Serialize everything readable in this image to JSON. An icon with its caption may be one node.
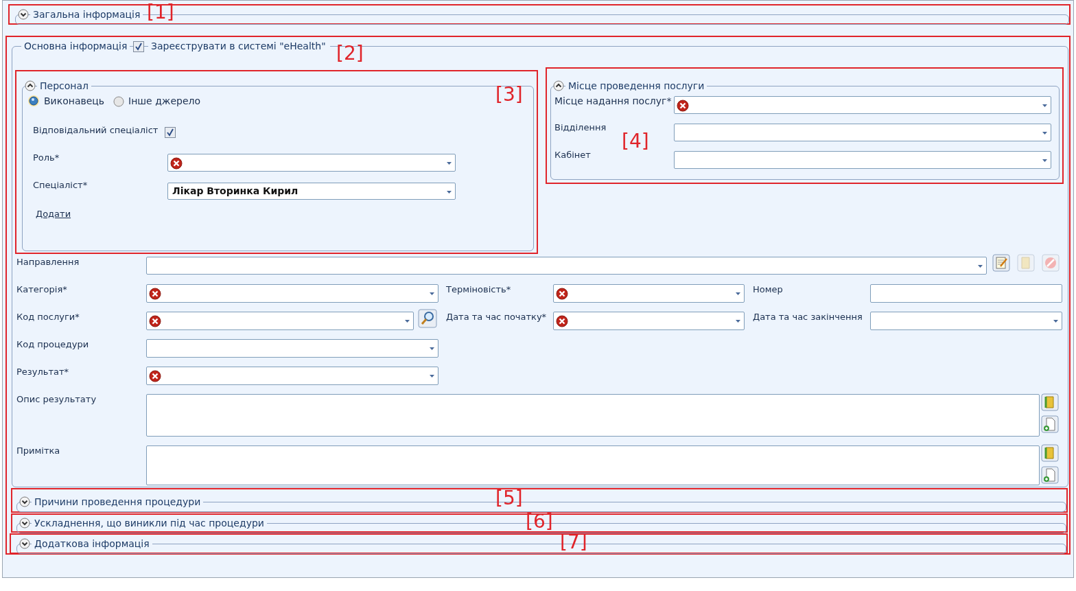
{
  "diagram": {
    "nodes": [
      {
        "text": [],
        "shape": "box"
      },
      {
        "text": [
          "Загальна інформація"
        ],
        "in": 0
      },
      {
        "text": [],
        "shape": "box"
      },
      {
        "text": [
          "Основна інформація",
          "Зареєструвати в системі \"eHealth\""
        ],
        "in": 2
      },
      {
        "text": [],
        "shape": "box",
        "in": 3
      },
      {
        "text": [
          "Персонал"
        ],
        "in": 4
      },
      {
        "text": [],
        "shape": "box",
        "in": 5
      },
      {
        "text": [
          "Лікар Вторинка Кирил"
        ],
        "in": 5
      },
      {
        "text": [],
        "shape": "box",
        "in": 3
      },
      {
        "text": [
          "Місце проведення послуги"
        ],
        "in": 8
      },
      {
        "text": [],
        "shape": "box",
        "in": 9
      },
      {
        "text": [],
        "shape": "box",
        "in": 9
      },
      {
        "text": [],
        "shape": "box",
        "in": 9
      },
      {
        "text": [],
        "shape": "box",
        "in": 3
      },
      {
        "text": [],
        "shape": "box",
        "in": 3
      },
      {
        "text": [],
        "shape": "box",
        "in": 3
      },
      {
        "text": [],
        "shape": "box",
        "in": 3
      },
      {
        "text": [],
        "shape": "box",
        "in": 3
      },
      {
        "text": [],
        "shape": "box",
        "in": 3
      },
      {
        "text": [],
        "shape": "box",
        "in": 3
      },
      {
        "text": [],
        "shape": "box",
        "in": 3
      },
      {
        "text": [],
        "shape": "box",
        "in": 3
      },
      {
        "text": [],
        "shape": "box",
        "in": 3
      },
      {
        "text": [],
        "shape": "box",
        "in": 3
      },
      {
        "text": [],
        "shape": "box",
        "in": 2
      },
      {
        "text": [
          "Причини проведення процедури"
        ],
        "in": 24
      },
      {
        "text": [],
        "shape": "box",
        "in": 2
      },
      {
        "text": [
          "Ускладнення, що виникли під час процедури"
        ],
        "in": 26
      },
      {
        "text": [],
        "shape": "box",
        "in": 2
      },
      {
        "text": [
          "Додаткова інформація"
        ],
        "in": 28
      }
    ],
    "edges": [],
    "labels": [
      "[1]",
      "[2]",
      "[3]",
      "[4]",
      "Виконавець",
      "Інше джерело",
      "Відповідальний спеціаліст",
      "Роль*",
      "Спеціаліст*",
      "Додати",
      "Місце надання послуг*",
      "Відділення",
      "Кабінет",
      "Направлення",
      "Категорія*",
      "Терміновість*",
      "Номер",
      "Код послуги*",
      "Дата та час початку*",
      "Дата та час закінчення",
      "Код процедури",
      "Результат*",
      "Опис результату",
      "Примітка",
      "[5]",
      "[6]",
      "[7]"
    ]
  }
}
